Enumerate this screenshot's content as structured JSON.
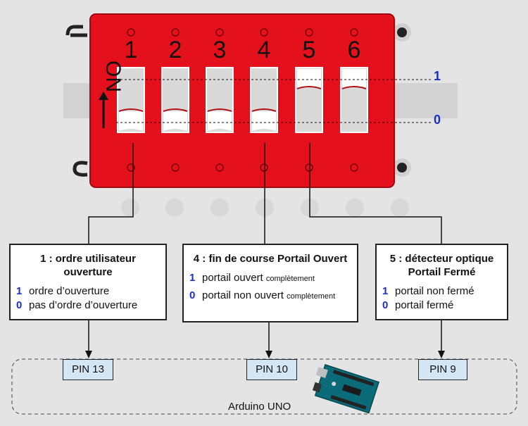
{
  "switch": {
    "on_label": "ON",
    "positions": [
      {
        "number": "1",
        "state": "0"
      },
      {
        "number": "2",
        "state": "0"
      },
      {
        "number": "3",
        "state": "0"
      },
      {
        "number": "4",
        "state": "0"
      },
      {
        "number": "5",
        "state": "1"
      },
      {
        "number": "6",
        "state": "1"
      }
    ],
    "level_high": "1",
    "level_low": "0"
  },
  "boxes": [
    {
      "title": "1 : ordre utilisateur ouverture",
      "rows": [
        {
          "key": "1",
          "text": "ordre d’ouverture",
          "small": ""
        },
        {
          "key": "0",
          "text": "pas d’ordre d’ouverture",
          "small": ""
        }
      ]
    },
    {
      "title": "4 : fin de course Portail Ouvert",
      "rows": [
        {
          "key": "1",
          "text": "portail ouvert",
          "small": "complètement"
        },
        {
          "key": "0",
          "text": "portail non ouvert",
          "small": "complètement"
        }
      ]
    },
    {
      "title": "5 : détecteur optique Portail Fermé",
      "rows": [
        {
          "key": "1",
          "text": "portail non fermé",
          "small": ""
        },
        {
          "key": "0",
          "text": "portail fermé",
          "small": ""
        }
      ]
    }
  ],
  "pins": [
    "PIN 13",
    "PIN 10",
    "PIN 9"
  ],
  "board_label": "Arduino UNO",
  "colors": {
    "switch_body": "#e4101c",
    "key_blue": "#1a2ec8",
    "pin_fill": "#d4e6f4"
  }
}
